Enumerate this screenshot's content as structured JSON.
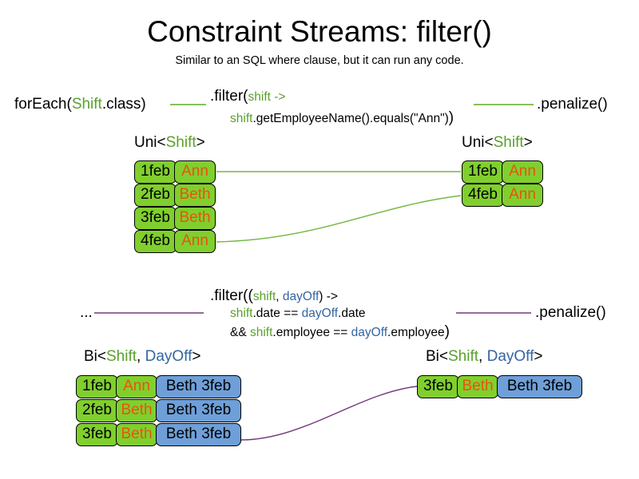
{
  "header": {
    "title": "Constraint Streams: filter()",
    "subtitle": "Similar to an SQL where clause, but it can run any code."
  },
  "colors": {
    "shift_green": "#5aa02c",
    "dayoff_blue": "#3465a4",
    "box_green": "#80cf2e",
    "box_blue": "#6f9fd8",
    "name_orange": "#e8540c",
    "connector_green": "#73b742",
    "connector_purple": "#71387a"
  },
  "section_uni": {
    "source_label": {
      "prefix": "forEach(",
      "type": "Shift",
      "suffix": ".class)"
    },
    "filter_line1": {
      "prefix": ".filter(",
      "param": "shift ->"
    },
    "filter_line2": {
      "param": "shift",
      "body": ".getEmployeeName().equals(\"Ann\")",
      "close": ")"
    },
    "penalize_label": ".penalize()",
    "left_stream_label": {
      "prefix": "Uni<",
      "type": "Shift",
      "suffix": ">"
    },
    "right_stream_label": {
      "prefix": "Uni<",
      "type": "Shift",
      "suffix": ">"
    },
    "left_tuples": [
      {
        "date": "1feb",
        "name": "Ann"
      },
      {
        "date": "2feb",
        "name": "Beth"
      },
      {
        "date": "3feb",
        "name": "Beth"
      },
      {
        "date": "4feb",
        "name": "Ann"
      }
    ],
    "right_tuples": [
      {
        "date": "1feb",
        "name": "Ann"
      },
      {
        "date": "4feb",
        "name": "Ann"
      }
    ]
  },
  "section_bi": {
    "source_label": "...",
    "filter_line1": {
      "prefix": ".filter((",
      "param1": "shift",
      "comma": ", ",
      "param2": "dayOff",
      "suffix": ") ->"
    },
    "filter_line2": {
      "param1": "shift",
      "mid": ".date == ",
      "param2": "dayOff",
      "end": ".date"
    },
    "filter_line3": {
      "prefix": "&& ",
      "param1": "shift",
      "mid": ".employee == ",
      "param2": "dayOff",
      "end": ".employee",
      "close": ")"
    },
    "penalize_label": ".penalize()",
    "left_stream_label": {
      "prefix": "Bi<",
      "type1": "Shift",
      "comma": ", ",
      "type2": "DayOff",
      "suffix": ">"
    },
    "right_stream_label": {
      "prefix": "Bi<",
      "type1": "Shift",
      "comma": ", ",
      "type2": "DayOff",
      "suffix": ">"
    },
    "left_tuples": [
      {
        "date": "1feb",
        "name": "Ann",
        "dayoff": "Beth 3feb"
      },
      {
        "date": "2feb",
        "name": "Beth",
        "dayoff": "Beth 3feb"
      },
      {
        "date": "3feb",
        "name": "Beth",
        "dayoff": "Beth 3feb"
      }
    ],
    "right_tuples": [
      {
        "date": "3feb",
        "name": "Beth",
        "dayoff": "Beth 3feb"
      }
    ]
  }
}
